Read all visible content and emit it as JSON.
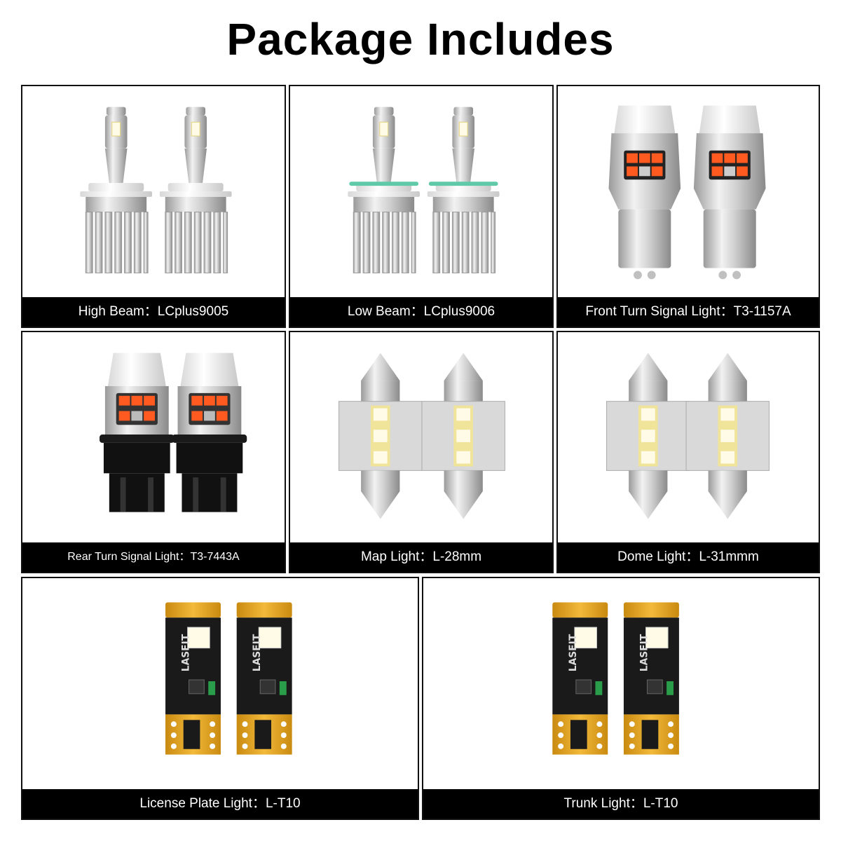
{
  "title": "Package Includes",
  "colors": {
    "caption_bg": "#000000",
    "caption_text": "#ffffff",
    "border": "#111111",
    "amber_led": "#ff5a1f",
    "white_led": "#fffbe6",
    "pcb_gold": "#e3a21a"
  },
  "products": [
    {
      "label": "High Beam：LCplus9005",
      "icon": "headlight-bulb-icon"
    },
    {
      "label": "Low Beam：LCplus9006",
      "icon": "headlight-bulb-icon"
    },
    {
      "label": "Front Turn Signal Light：T3-1157A",
      "icon": "turn-signal-bulb-icon"
    },
    {
      "label": "Rear Turn Signal Light：T3-7443A",
      "icon": "wedge-bulb-icon"
    },
    {
      "label": "Map Light：L-28mm",
      "icon": "festoon-bulb-icon"
    },
    {
      "label": "Dome Light：L-31mmm",
      "icon": "festoon-bulb-icon"
    },
    {
      "label": "License Plate Light：L-T10",
      "icon": "t10-bulb-icon",
      "brand": "LASFIT"
    },
    {
      "label": "Trunk Light：L-T10",
      "icon": "t10-bulb-icon",
      "brand": "LASFIT"
    }
  ]
}
